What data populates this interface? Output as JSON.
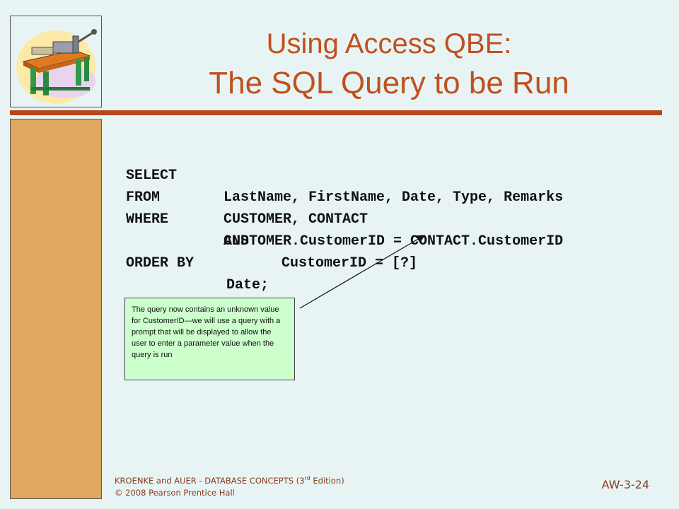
{
  "slide": {
    "title_line1": "Using Access QBE:",
    "title_line2": "The SQL Query to be Run",
    "accent_color": "#c0501e",
    "sidebar_color": "#e0a85f",
    "background_color": "#e8f4f4"
  },
  "logo": {
    "icon": "workbench-vise-icon"
  },
  "sql": {
    "select_kw": "SELECT",
    "select_cols": "LastName, FirstName, Date, Type, Remarks",
    "from_kw": "FROM",
    "from_tables": "CUSTOMER, CONTACT",
    "where_kw": "WHERE",
    "where_cond": "CUSTOMER.CustomerID = CONTACT.CustomerID",
    "and_kw": "AND",
    "and_cond": "CustomerID = [?]",
    "orderby_kw": "ORDER BY",
    "orderby_col": "Date;"
  },
  "callout": {
    "text": "The query now contains an unknown value for CustomerID—we will use a query with a prompt that will be displayed to allow the user to enter a parameter value when the query is run",
    "background_color": "#ccffcc"
  },
  "footer": {
    "line1_prefix": "KROENKE and AUER -  DATABASE CONCEPTS (3",
    "line1_sup": "rd",
    "line1_suffix": " Edition)",
    "line2": "© 2008 Pearson Prentice Hall",
    "page_id": "AW-3-24"
  }
}
